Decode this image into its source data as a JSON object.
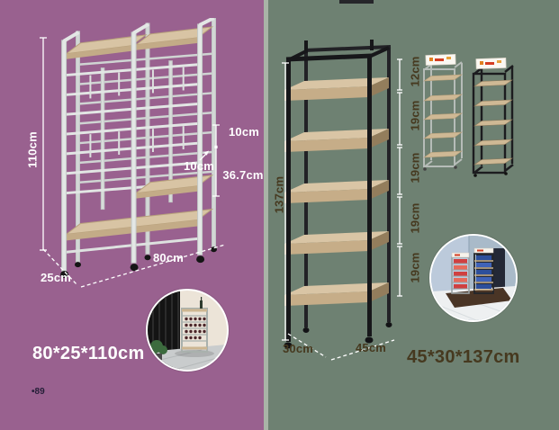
{
  "left_panel": {
    "background": "#99618f",
    "annotations": {
      "height": "110cm",
      "top_section": "10cm",
      "slot_gap": "10cm",
      "lower_section": "36.7cm",
      "width": "80cm",
      "depth": "25cm"
    },
    "size_label": "80*25*110cm",
    "footnote": "•89"
  },
  "right_panel": {
    "background": "#6e8172",
    "annotations": {
      "height": "137cm",
      "tiers": [
        "12cm",
        "19cm",
        "19cm",
        "19cm",
        "19cm"
      ],
      "depth": "30cm",
      "width": "45cm"
    },
    "size_label": "45*30*137cm"
  },
  "colors": {
    "left_bg": "#99618f",
    "right_bg": "#6e8172",
    "left_label": "#ffffff",
    "right_label": "#46391f",
    "annotation_line": "#ffffff",
    "wood_top": "#d8c4a4",
    "wood_front": "#c3ab87",
    "wood_side": "#937d5c",
    "white_frame": "#dfe3e1",
    "black_frame": "#19191c"
  }
}
